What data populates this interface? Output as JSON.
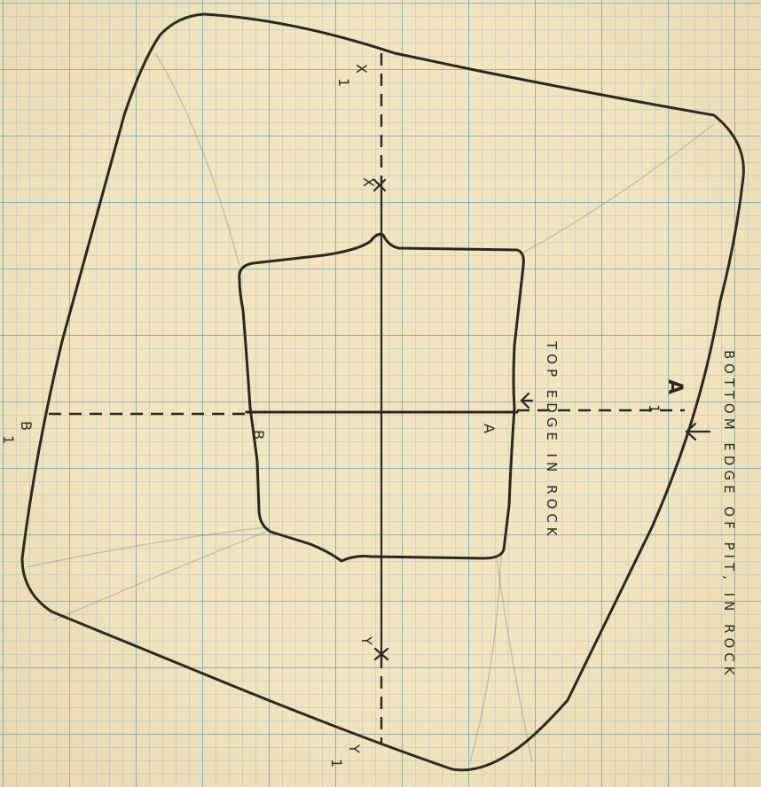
{
  "labels": {
    "x1": "X",
    "x1_sub": "1",
    "x": "X",
    "y": "Y",
    "y1": "Y",
    "y1_sub": "1",
    "a": "A",
    "b": "B",
    "a1": "A",
    "a1_sub": "1",
    "b1": "B",
    "b1_sub": "1",
    "top_edge": "TOP EDGE IN ROCK",
    "bottom_edge": "BOTTOM EDGE OF PIT, IN ROCK"
  },
  "colors": {
    "paper": "#f3e4bf",
    "grid": "#5496b0",
    "ink": "#2b2622"
  }
}
